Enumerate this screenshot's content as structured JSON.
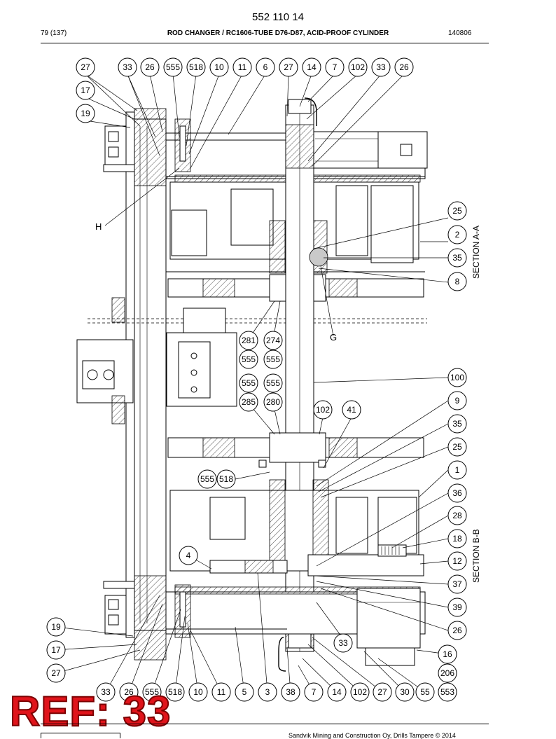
{
  "header": {
    "page_number": "552 110 14",
    "page_index": "79 (137)",
    "title": "ROD CHANGER / RC1606-TUBE D76-D87, ACID-PROOF CYLINDER",
    "date_code": "140806"
  },
  "sections": {
    "a": "SECTION A-A",
    "b": "SECTION B-B"
  },
  "letters": {
    "h": "H",
    "g": "G"
  },
  "bubbles": {
    "top_row": [
      "27",
      "33",
      "26",
      "555",
      "518",
      "10",
      "11",
      "6",
      "27",
      "14",
      "7",
      "102",
      "33",
      "26"
    ],
    "left_top": [
      "17",
      "19"
    ],
    "right_upper": [
      "25",
      "2",
      "35",
      "8"
    ],
    "center_upper": [
      "281",
      "274",
      "555",
      "555",
      "555",
      "555",
      "285",
      "280"
    ],
    "center_mid": [
      "102",
      "41",
      "555",
      "518"
    ],
    "right_lower": [
      "100",
      "9",
      "35",
      "25",
      "1",
      "36",
      "28",
      "18",
      "12",
      "37",
      "39",
      "26",
      "16",
      "206",
      "553"
    ],
    "left_lower": [
      "4",
      "19",
      "17",
      "27"
    ],
    "inner_33": "33",
    "bottom_row": [
      "33",
      "26",
      "555",
      "518",
      "10",
      "11",
      "5",
      "3",
      "38",
      "7",
      "14",
      "102",
      "27",
      "30",
      "55"
    ]
  },
  "stamp": "REF: 33",
  "footer": {
    "copyright": "Sandvik Mining and Construction Oy, Drills Tampere © 2014"
  },
  "icons": {
    "logo": "sandvik-logo-icon"
  }
}
